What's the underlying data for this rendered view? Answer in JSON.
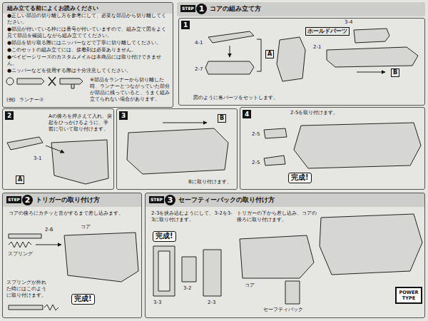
{
  "diagram": {
    "nodes": [
      {
        "text": [
          "組み立てる前によくお読みください",
          "●正しい部品の切り離し方を参考にして、必要な部品から切り離してください。",
          "●部品が付いている枠には番号が付いていますので、組み立て図をよく見て部品を確認しながら組み立ててください。",
          "●部品を切り取る際にはニッパーなどで丁寧に切り離してください。",
          "●このセットの組み立てには、接着剤は必要ありません。",
          "●ベイビーシリーズのカスタムメイルは本商品には取り付けできません。",
          "●ニッパーなどを使用する際は十分注意してください。",
          "※部品をランナーから切り離した時、ランナーとつながっていた部分が部品に残っていると、うまく組み立てられない場合があります。"
        ]
      },
      {
        "text": [
          "STEP",
          "1",
          "コアの組み立て方"
        ]
      },
      {
        "text": [
          "1",
          "図のように各パーツをセットします。"
        ]
      },
      {
        "text": [
          "2",
          "Aの後ろを押さえて入れ、突起をひっかけるように、手前に引いて取り付けます。"
        ]
      },
      {
        "text": [
          "3",
          "Bに取り付けます。"
        ]
      },
      {
        "text": [
          "4",
          "2-5を取り付けます。"
        ]
      },
      {
        "text": [
          "STEP",
          "2",
          "トリガーの取り付け方",
          "コアの後ろにカチッと音がするまで差し込みます。"
        ]
      },
      {
        "text": [
          "STEP",
          "3",
          "セーフティーバックの取り付け方",
          "2-3を挟み込むようにして、3-2を3-3に取り付けます。",
          "トリガーの下から差し込み、コアの後ろに取り付けます。"
        ]
      }
    ],
    "labels": [
      "(例)",
      "ランナー⑦",
      "4-1",
      "2-7",
      "A",
      "3-4",
      "ホールドパーツ",
      "2-1",
      "B",
      "3-1",
      "A",
      "B",
      "2-5",
      "2-5",
      "完成!",
      "2-6",
      "コア",
      "スプリング",
      "スプリングが外れた時にはこのように取り付けます。",
      "完成!",
      "完成!",
      "3-3",
      "3-2",
      "2-3",
      "コア",
      "セーフティバック",
      "POWER TYPE"
    ]
  }
}
